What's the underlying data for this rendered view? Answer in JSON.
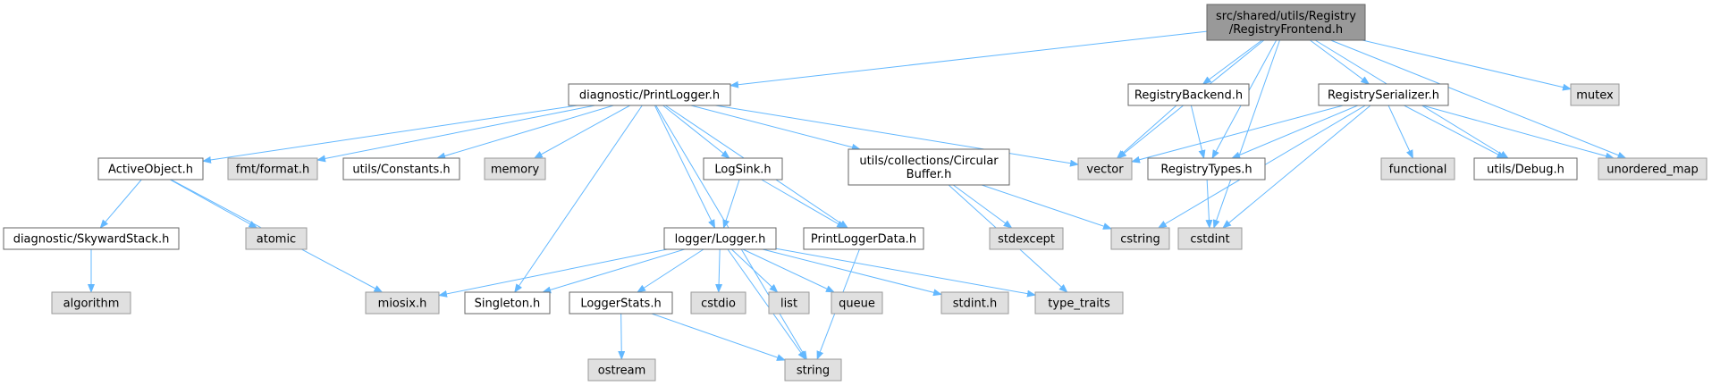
{
  "colors": {
    "background": "#ffffff",
    "edge": "#63b8ff",
    "root_fill": "#999999",
    "root_stroke": "#666666",
    "doc_fill": "#ffffff",
    "doc_stroke": "#666666",
    "ext_fill": "#e0e0e0",
    "ext_stroke": "#999999"
  },
  "nodes": [
    {
      "id": "root",
      "kind": "root",
      "lines": [
        "src/shared/utils/Registry",
        "/RegistryFrontend.h"
      ]
    },
    {
      "id": "printlogger",
      "kind": "doc",
      "lines": [
        "diagnostic/PrintLogger.h"
      ]
    },
    {
      "id": "registrybackend",
      "kind": "doc",
      "lines": [
        "RegistryBackend.h"
      ]
    },
    {
      "id": "registryserializer",
      "kind": "doc",
      "lines": [
        "RegistrySerializer.h"
      ]
    },
    {
      "id": "mutex",
      "kind": "ext",
      "lines": [
        "mutex"
      ]
    },
    {
      "id": "activeobject",
      "kind": "doc",
      "lines": [
        "ActiveObject.h"
      ]
    },
    {
      "id": "fmtformat",
      "kind": "ext",
      "lines": [
        "fmt/format.h"
      ]
    },
    {
      "id": "constants",
      "kind": "doc",
      "lines": [
        "utils/Constants.h"
      ]
    },
    {
      "id": "memory",
      "kind": "ext",
      "lines": [
        "memory"
      ]
    },
    {
      "id": "logsink",
      "kind": "doc",
      "lines": [
        "LogSink.h"
      ]
    },
    {
      "id": "circularbuffer",
      "kind": "doc",
      "lines": [
        "utils/collections/Circular",
        "Buffer.h"
      ]
    },
    {
      "id": "vector",
      "kind": "ext",
      "lines": [
        "vector"
      ]
    },
    {
      "id": "registrytypes",
      "kind": "doc",
      "lines": [
        "RegistryTypes.h"
      ]
    },
    {
      "id": "functional",
      "kind": "ext",
      "lines": [
        "functional"
      ]
    },
    {
      "id": "debug",
      "kind": "doc",
      "lines": [
        "utils/Debug.h"
      ]
    },
    {
      "id": "unorderedmap",
      "kind": "ext",
      "lines": [
        "unordered_map"
      ]
    },
    {
      "id": "skywardstack",
      "kind": "doc",
      "lines": [
        "diagnostic/SkywardStack.h"
      ]
    },
    {
      "id": "atomic",
      "kind": "ext",
      "lines": [
        "atomic"
      ]
    },
    {
      "id": "logger",
      "kind": "doc",
      "lines": [
        "logger/Logger.h"
      ]
    },
    {
      "id": "printloggerdata",
      "kind": "doc",
      "lines": [
        "PrintLoggerData.h"
      ]
    },
    {
      "id": "stdexcept",
      "kind": "ext",
      "lines": [
        "stdexcept"
      ]
    },
    {
      "id": "cstring",
      "kind": "ext",
      "lines": [
        "cstring"
      ]
    },
    {
      "id": "cstdint",
      "kind": "ext",
      "lines": [
        "cstdint"
      ]
    },
    {
      "id": "algorithm",
      "kind": "ext",
      "lines": [
        "algorithm"
      ]
    },
    {
      "id": "miosix",
      "kind": "ext",
      "lines": [
        "miosix.h"
      ]
    },
    {
      "id": "singleton",
      "kind": "doc",
      "lines": [
        "Singleton.h"
      ]
    },
    {
      "id": "loggerstats",
      "kind": "doc",
      "lines": [
        "LoggerStats.h"
      ]
    },
    {
      "id": "cstdio",
      "kind": "ext",
      "lines": [
        "cstdio"
      ]
    },
    {
      "id": "list",
      "kind": "ext",
      "lines": [
        "list"
      ]
    },
    {
      "id": "queue",
      "kind": "ext",
      "lines": [
        "queue"
      ]
    },
    {
      "id": "stdinth",
      "kind": "ext",
      "lines": [
        "stdint.h"
      ]
    },
    {
      "id": "typetraits",
      "kind": "ext",
      "lines": [
        "type_traits"
      ]
    },
    {
      "id": "ostream",
      "kind": "ext",
      "lines": [
        "ostream"
      ]
    },
    {
      "id": "string",
      "kind": "ext",
      "lines": [
        "string"
      ]
    }
  ],
  "edges": [
    [
      "root",
      "printlogger"
    ],
    [
      "root",
      "registrybackend"
    ],
    [
      "root",
      "registryserializer"
    ],
    [
      "root",
      "mutex"
    ],
    [
      "root",
      "vector"
    ],
    [
      "root",
      "registrytypes"
    ],
    [
      "root",
      "debug"
    ],
    [
      "root",
      "unorderedmap"
    ],
    [
      "root",
      "cstdint"
    ],
    [
      "printlogger",
      "activeobject"
    ],
    [
      "printlogger",
      "fmtformat"
    ],
    [
      "printlogger",
      "constants"
    ],
    [
      "printlogger",
      "memory"
    ],
    [
      "printlogger",
      "logsink"
    ],
    [
      "printlogger",
      "circularbuffer"
    ],
    [
      "printlogger",
      "vector"
    ],
    [
      "printlogger",
      "logger"
    ],
    [
      "printlogger",
      "printloggerdata"
    ],
    [
      "printlogger",
      "singleton"
    ],
    [
      "printlogger",
      "string"
    ],
    [
      "registrybackend",
      "vector"
    ],
    [
      "registrybackend",
      "registrytypes"
    ],
    [
      "registryserializer",
      "vector"
    ],
    [
      "registryserializer",
      "registrytypes"
    ],
    [
      "registryserializer",
      "functional"
    ],
    [
      "registryserializer",
      "debug"
    ],
    [
      "registryserializer",
      "unorderedmap"
    ],
    [
      "registryserializer",
      "cstring"
    ],
    [
      "registryserializer",
      "cstdint"
    ],
    [
      "registrytypes",
      "cstdint"
    ],
    [
      "activeobject",
      "skywardstack"
    ],
    [
      "activeobject",
      "atomic"
    ],
    [
      "activeobject",
      "miosix"
    ],
    [
      "skywardstack",
      "algorithm"
    ],
    [
      "logsink",
      "logger"
    ],
    [
      "logsink",
      "printloggerdata"
    ],
    [
      "circularbuffer",
      "stdexcept"
    ],
    [
      "circularbuffer",
      "cstring"
    ],
    [
      "circularbuffer",
      "typetraits"
    ],
    [
      "logger",
      "miosix"
    ],
    [
      "logger",
      "singleton"
    ],
    [
      "logger",
      "loggerstats"
    ],
    [
      "logger",
      "cstdio"
    ],
    [
      "logger",
      "list"
    ],
    [
      "logger",
      "queue"
    ],
    [
      "logger",
      "stdinth"
    ],
    [
      "logger",
      "typetraits"
    ],
    [
      "logger",
      "string"
    ],
    [
      "loggerstats",
      "ostream"
    ],
    [
      "loggerstats",
      "string"
    ],
    [
      "printloggerdata",
      "string"
    ]
  ]
}
